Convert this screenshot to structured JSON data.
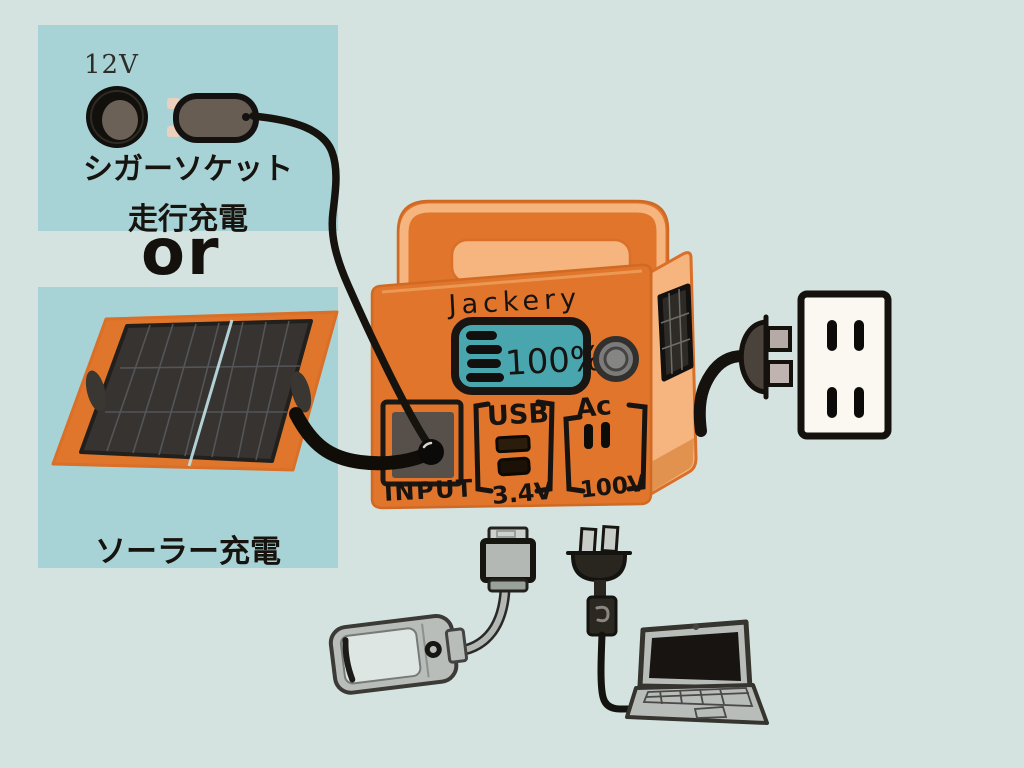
{
  "charging_options": {
    "cigarette": {
      "voltage_label": "12V",
      "title": "シガーソケット",
      "subtitle": "走行充電"
    },
    "separator": "or",
    "solar": {
      "title": "ソーラー充電"
    }
  },
  "power_station": {
    "brand": "Jackery",
    "battery_level": "100%",
    "input_label": "INPUT",
    "usb_label": "USB",
    "usb_voltage": "3.4V",
    "ac_label": "Ac",
    "ac_voltage": "100V"
  },
  "colors": {
    "background": "#d5e3e0",
    "panel_teal": "#a8d3d6",
    "body_orange": "#e0752b",
    "body_peach": "#f6b57e",
    "screen_teal": "#4aa6ae",
    "ink_black": "#16130e"
  }
}
